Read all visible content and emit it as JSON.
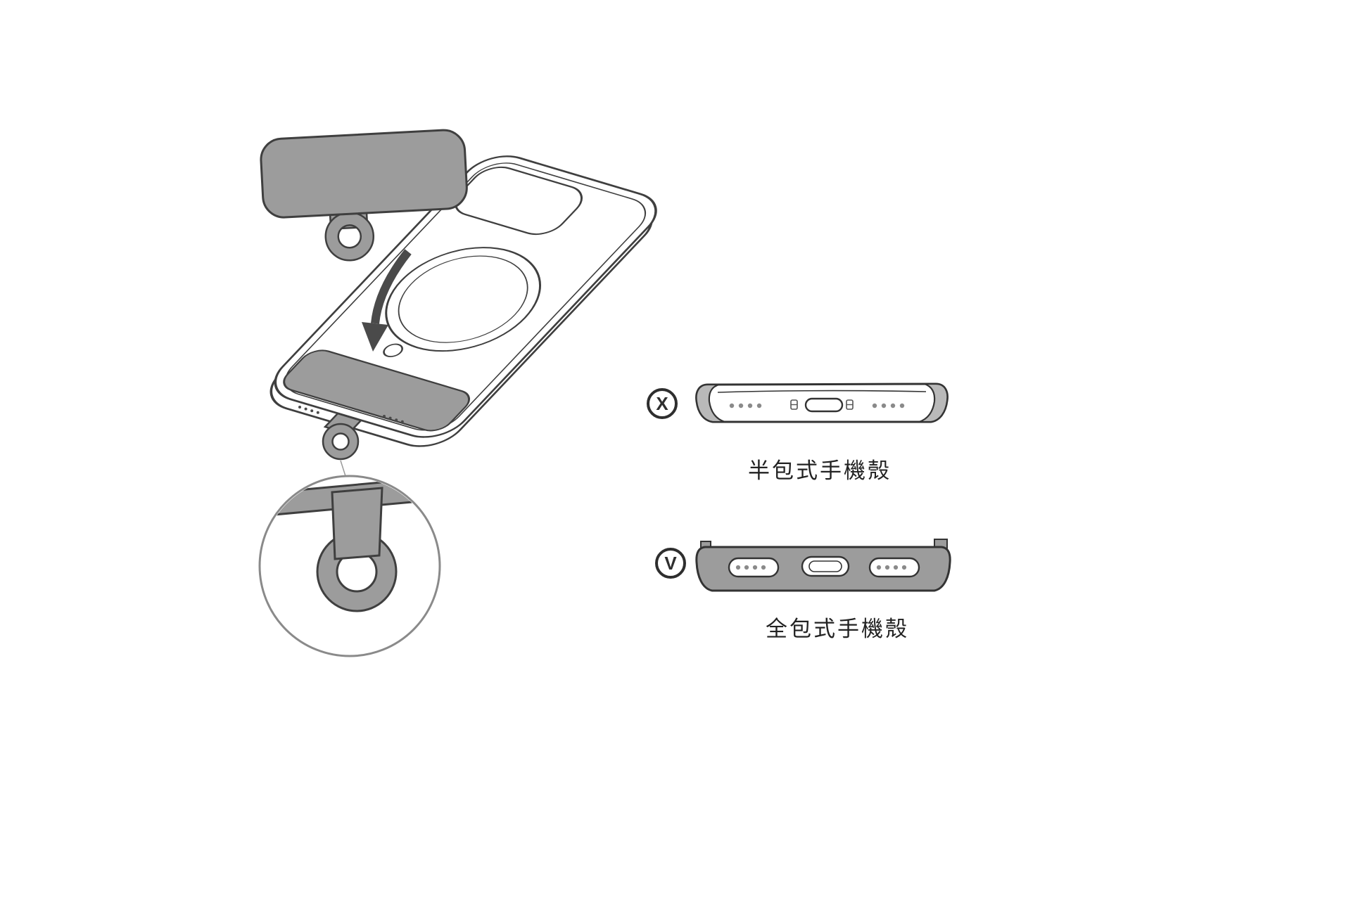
{
  "colors": {
    "background": "#ffffff",
    "outline": "#3f3f3f",
    "gray_fill": "#9c9c9c",
    "cap_gray": "#b9b9b9"
  },
  "case_types": [
    {
      "marker": "X",
      "label": "半包式手機殼"
    },
    {
      "marker": "V",
      "label": "全包式手機殼"
    }
  ]
}
